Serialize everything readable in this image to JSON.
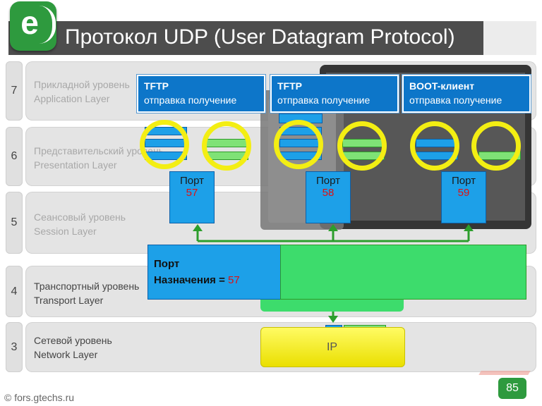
{
  "header": {
    "title": "Протокол UDP (User Datagram Protocol)"
  },
  "layers": [
    {
      "number": "7",
      "name_ru": "Прикладной уровень",
      "name_en": "Application Layer"
    },
    {
      "number": "6",
      "name_ru": "Представительский уровень",
      "name_en": "Presentation Layer"
    },
    {
      "number": "5",
      "name_ru": "Сеансовый уровень",
      "name_en": "Session Layer"
    },
    {
      "number": "4",
      "name_ru": "Транспортный уровень",
      "name_en": "Transport Layer"
    },
    {
      "number": "3",
      "name_ru": "Сетевой уровень",
      "name_en": "Network Layer"
    }
  ],
  "apps": [
    {
      "name": "TFTP",
      "actions": "отправка  получение"
    },
    {
      "name": "TFTP",
      "actions": "отправка  получение"
    },
    {
      "name": "BOOT-клиент",
      "actions": "отправка  получение"
    }
  ],
  "ports": [
    {
      "label": "Порт",
      "number": "57"
    },
    {
      "label": "Порт",
      "number": "58"
    },
    {
      "label": "Порт",
      "number": "59"
    }
  ],
  "datagram": {
    "line1": "Порт",
    "line2": "Назначения = ",
    "value": "57"
  },
  "network": {
    "label": "IP"
  },
  "footer": {
    "source": "© fors.gtechs.ru",
    "page": "85"
  },
  "colors": {
    "blue": "#1da0e8",
    "green": "#7fe276",
    "highlight": "#f3ee13",
    "app_box": "#0d76c9",
    "accent": "#2e9a3e"
  }
}
